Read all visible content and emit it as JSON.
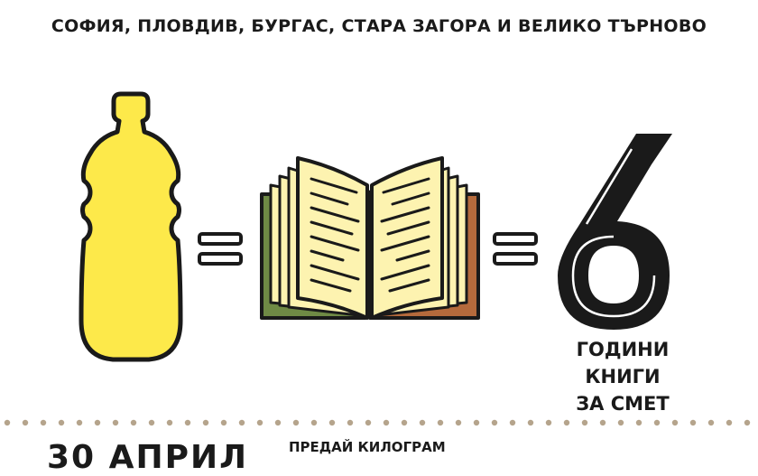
{
  "header": {
    "cities": "СОФИЯ, ПЛОВДИВ, БУРГАС, СТАРА ЗАГОРА И ВЕЛИКО ТЪРНОВО"
  },
  "equation": {
    "number": "6",
    "caption_lines": [
      "ГОДИНИ",
      "КНИГИ",
      "ЗА СМЕТ"
    ]
  },
  "icons": {
    "bottle": "bottle-icon",
    "book": "open-book-icon",
    "equals": "equals-icon"
  },
  "colors": {
    "bottle_fill": "#fde94a",
    "book_pages": "#fdf3b0",
    "book_cover_left": "#6f8a45",
    "book_cover_right": "#b56a3c",
    "ink": "#1a1a1a",
    "dots": "#b5a48c"
  },
  "footer": {
    "date_partial": "30 АПРИЛ",
    "note_partial": "ПРЕДАЙ КИЛОГРАМ"
  }
}
